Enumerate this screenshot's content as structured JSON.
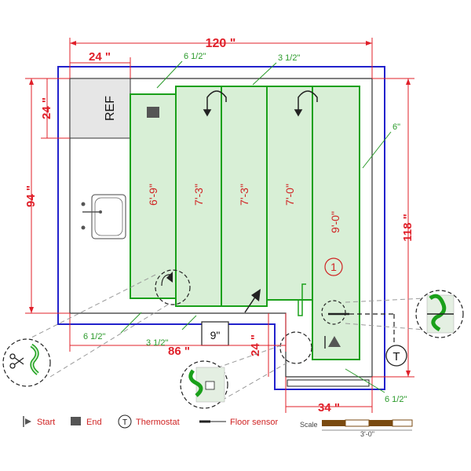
{
  "dimensions": {
    "width_total": "120 \"",
    "ref_width": "24 \"",
    "ref_depth": "24 \"",
    "left_height": "94 \"",
    "right_height": "118 \"",
    "bottom_offset": "86 \"",
    "notch_depth": "24 \"",
    "notch_width": "34 \"",
    "start_gap": "9\""
  },
  "clearances": {
    "top_left": "6 1/2\"",
    "top_mid": "3 1/2\"",
    "right": "6\"",
    "bottom_left": "6 1/2\"",
    "bottom_mid": "3 1/2\"",
    "bottom_right": "6 1/2\""
  },
  "appliance": {
    "ref_label": "REF"
  },
  "runs": [
    "6'-9\"",
    "7'-3\"",
    "7'-3\"",
    "7'-0\"",
    "9'-0\""
  ],
  "zone_number": "1",
  "thermostat_symbol": "T",
  "legend": {
    "start": "Start",
    "end": "End",
    "thermostat": "Thermostat",
    "thermostat_symbol": "T",
    "floor_sensor": "Floor sensor"
  },
  "scale": {
    "label": "Scale",
    "value": "3'-0\""
  },
  "colors": {
    "wall": "#2222cc",
    "mat": "#1aa01a",
    "mat_fill": "#d8efd6",
    "dimension": "#e0202a",
    "clearance": "#2a9a2a",
    "inner_wall": "#222222"
  },
  "icons": [
    "sink-icon",
    "end-marker-icon",
    "start-marker-icon",
    "thermostat-icon",
    "floor-sensor-icon",
    "scissors-icon",
    "turn-arrow-icon"
  ]
}
